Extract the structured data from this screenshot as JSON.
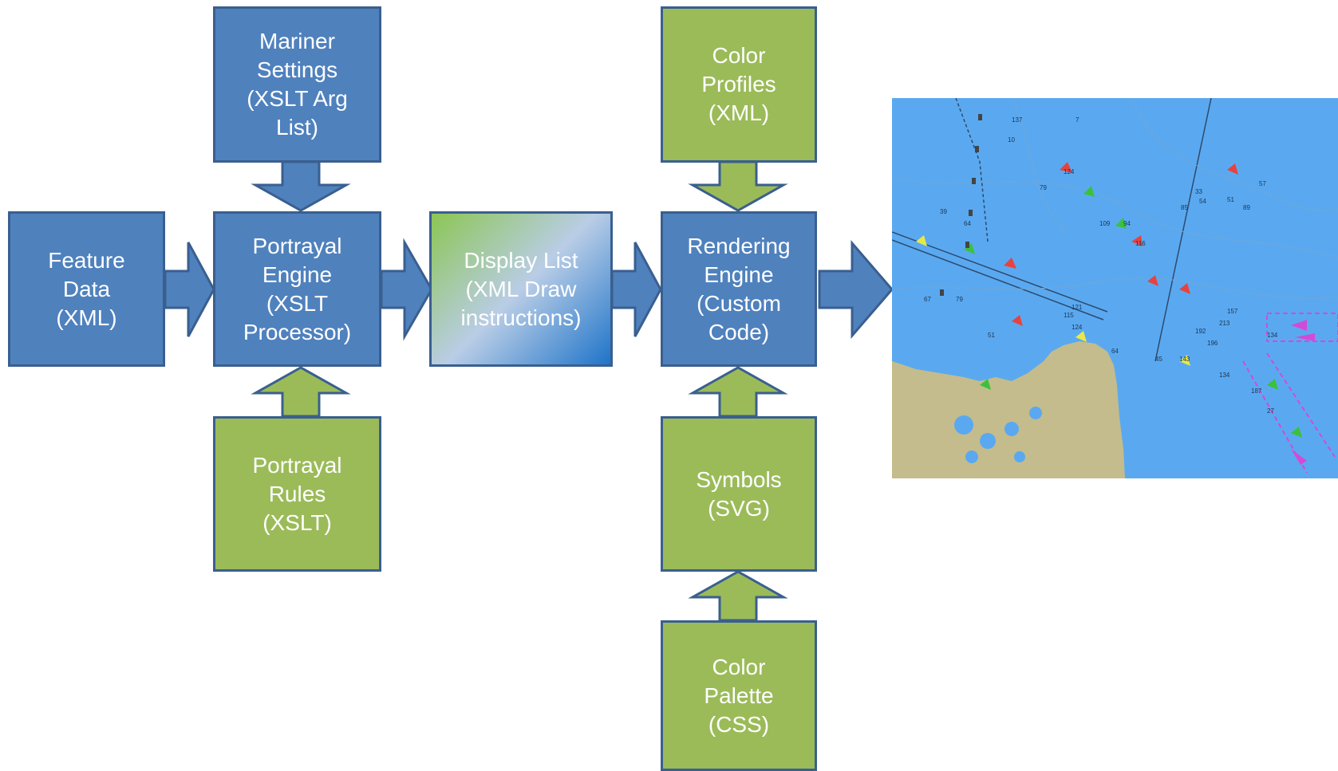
{
  "nodes": {
    "mariner_settings": "Mariner\nSettings\n(XSLT Arg\nList)",
    "feature_data": "Feature\nData\n(XML)",
    "portrayal_engine": "Portrayal\nEngine\n(XSLT\nProcessor)",
    "portrayal_rules": "Portrayal\nRules\n(XSLT)",
    "display_list": "Display List\n(XML Draw\ninstructions)",
    "color_profiles": "Color\nProfiles\n(XML)",
    "rendering_engine": "Rendering\nEngine\n(Custom\nCode)",
    "symbols": "Symbols\n(SVG)",
    "color_palette": "Color\nPalette\n(CSS)"
  },
  "colors": {
    "blue_box": "#4f81bd",
    "green_box": "#9bbb59",
    "border": "#3a5f8f",
    "sea": "#5aa9f0",
    "land": "#c4bc8c"
  },
  "chart_labels": [
    "137",
    "7",
    "10",
    "79",
    "124",
    "57",
    "33",
    "54",
    "51",
    "85",
    "89",
    "39",
    "64",
    "109",
    "94",
    "116",
    "67",
    "79",
    "157",
    "213",
    "192",
    "134",
    "196",
    "143",
    "134",
    "124",
    "187",
    "27",
    "64",
    "115",
    "121",
    "51",
    "45"
  ]
}
